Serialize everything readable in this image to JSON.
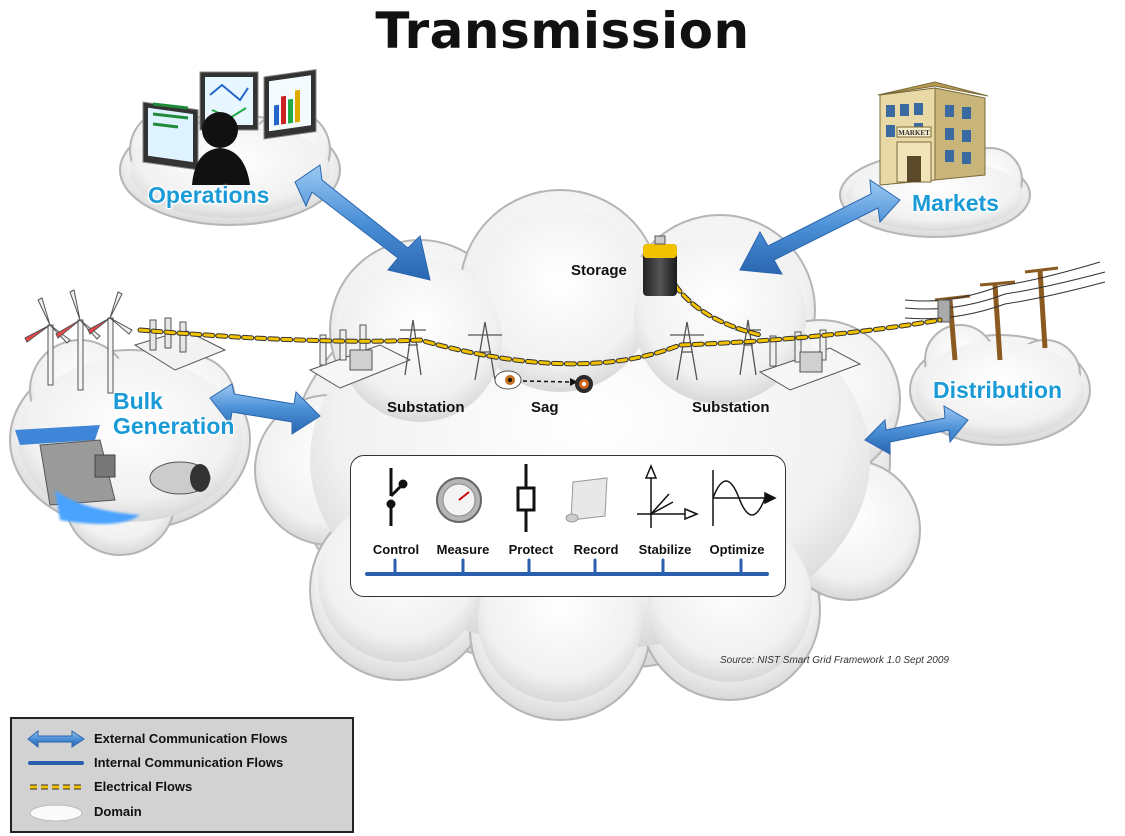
{
  "title": "Transmission",
  "domains": {
    "operations": "Operations",
    "markets": "Markets",
    "bulk_generation_line1": "Bulk",
    "bulk_generation_line2": "Generation",
    "distribution": "Distribution"
  },
  "nodes": {
    "storage": "Storage",
    "substation_left": "Substation",
    "sag": "Sag",
    "substation_right": "Substation",
    "market_sign": "MARKET"
  },
  "functions": [
    "Control",
    "Measure",
    "Protect",
    "Record",
    "Stabilize",
    "Optimize"
  ],
  "source": "Source:  NIST Smart Grid Framework 1.0 Sept 2009",
  "legend": [
    {
      "symbol": "external-arrow",
      "label": "External Communication Flows"
    },
    {
      "symbol": "internal-line",
      "label": "Internal Communication Flows"
    },
    {
      "symbol": "electrical-dashes",
      "label": "Electrical Flows"
    },
    {
      "symbol": "domain-cloud",
      "label": "Domain"
    }
  ],
  "colors": {
    "domain_label": "#1a9bd7",
    "comm_arrow": "#4a8fd6",
    "internal_bus": "#2b5fae",
    "electrical_flow": "#f2c200",
    "legend_bg": "#d2d2d2"
  }
}
